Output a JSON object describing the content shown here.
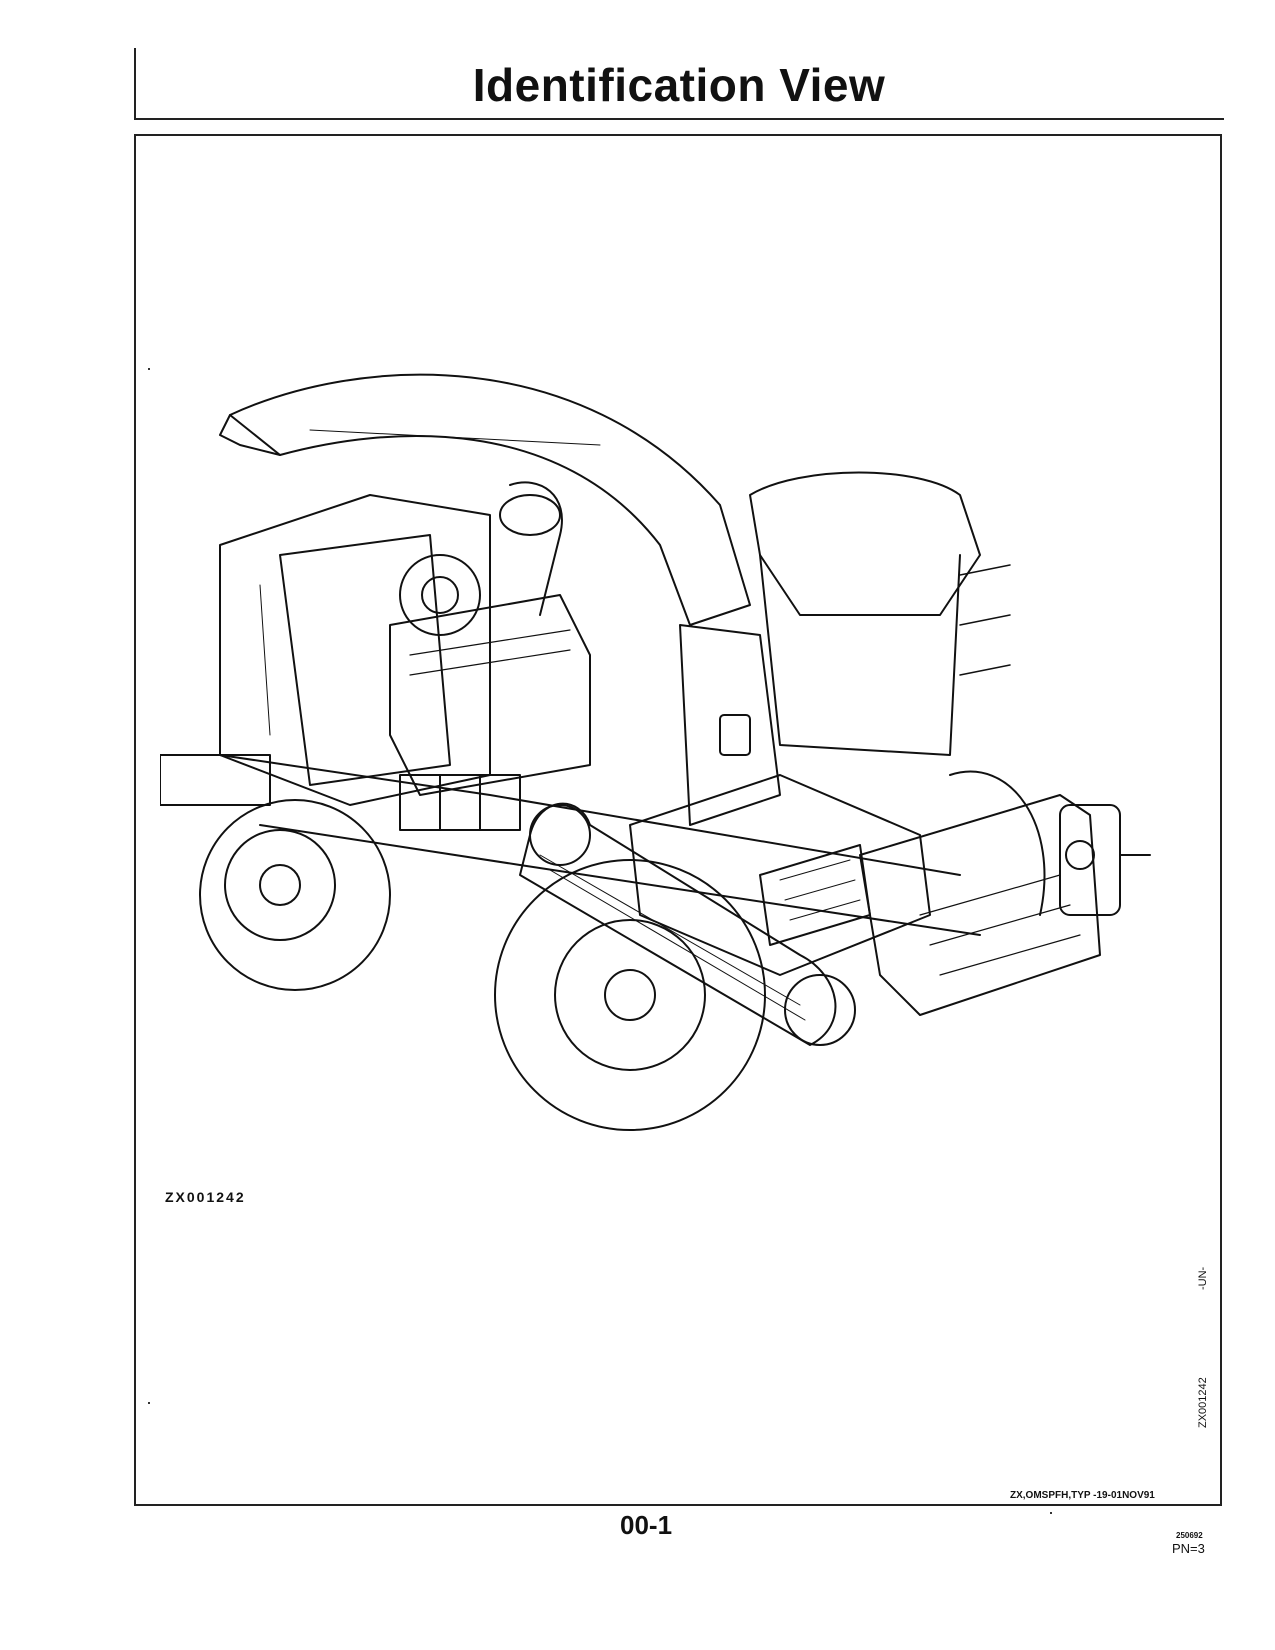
{
  "header": {
    "title": "Identification View"
  },
  "figure": {
    "id_label": "ZX001242",
    "side_code": "ZX001242",
    "side_suffix": "-UN-"
  },
  "footer": {
    "doc_ref": "ZX,OMSPFH,TYP  -19-01NOV91",
    "page_number": "00-1",
    "doc_code": "250692",
    "pn": "PN=3"
  }
}
